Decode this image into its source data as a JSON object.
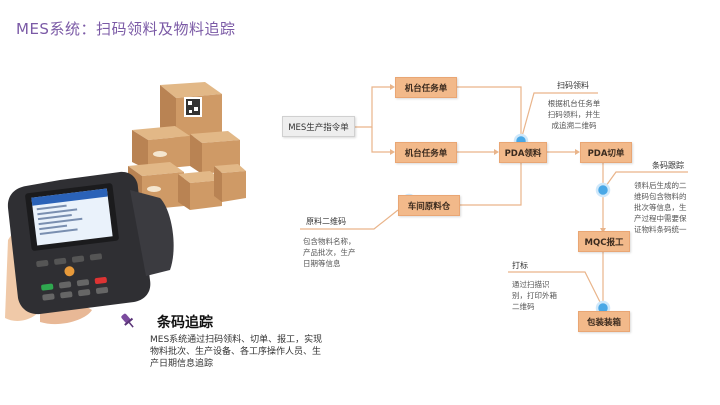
{
  "title": "MES系统：扫码领料及物料追踪",
  "flow": {
    "order_box": "MES生产指令单",
    "task_top": "机台任务单",
    "task_mid": "机台任务单",
    "workshop": "车间原料仓",
    "pda_pick": "PDA领料",
    "pda_cut": "PDA切单",
    "mqc": "MQC报工",
    "pack": "包装装箱"
  },
  "notes": {
    "scan_pick_title": "扫码领料",
    "scan_pick_text": [
      "根据机台任务单",
      "扫码领料，并生",
      "成追溯二维码"
    ],
    "barcode_track_title": "条码跟踪",
    "barcode_track_text": [
      "领料后生成的二",
      "维码包含物料的",
      "批次等信息，生",
      "产过程中需要保",
      "证物料条码统一"
    ],
    "raw_qr_title": "原料二维码",
    "raw_qr_text": [
      "包含物料名称，",
      "产品批次，生产",
      "日期等信息"
    ],
    "print_title": "打标",
    "print_text": [
      "通过扫描识",
      "别，打印外箱",
      "二维码"
    ]
  },
  "feature": {
    "title": "条码追踪",
    "desc": "MES系统通过扫码领料、切单、报工，实现物料批次、生产设备、各工序操作人员、生产日期信息追踪"
  },
  "colors": {
    "title": "#7b5aa6",
    "box_fill": "#f2b98a",
    "line": "#e9b48a",
    "dot": "#4aa8e6"
  }
}
